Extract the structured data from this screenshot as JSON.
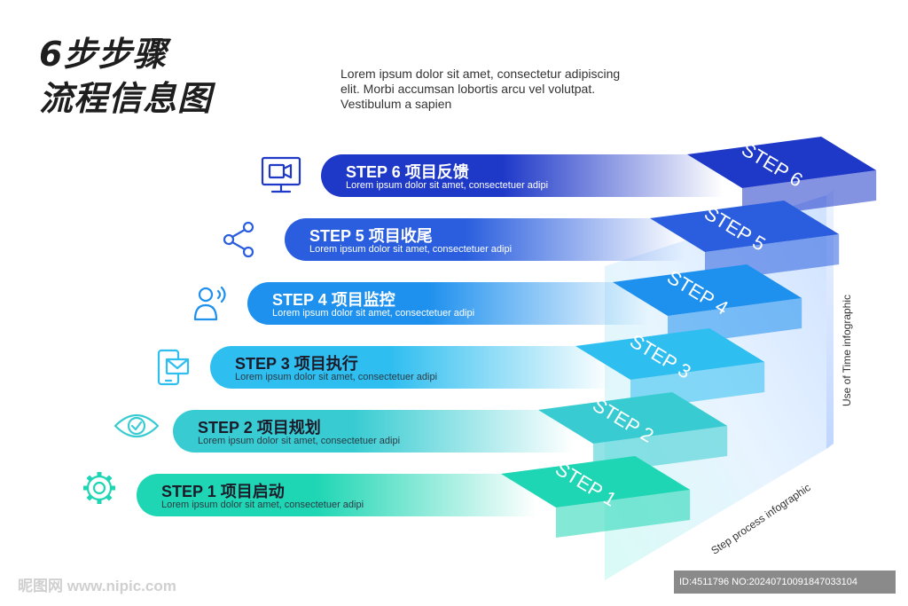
{
  "title": {
    "line1": "6步步骤",
    "line2": "流程信息图"
  },
  "intro": {
    "line1": "Lorem ipsum dolor sit amet, consectetur adipiscing",
    "line2": "elit. Morbi accumsan lobortis arcu vel volutpat.",
    "line3": "Vestibulum a sapien"
  },
  "steps": [
    {
      "label": "STEP 1 项目启动",
      "sub": "Lorem ipsum dolor sit amet, consectetuer adipi",
      "stair": "STEP 1",
      "icon": "gear-icon",
      "color": "#1fd6b4"
    },
    {
      "label": "STEP 2 项目规划",
      "sub": "Lorem ipsum dolor sit amet, consectetuer adipi",
      "stair": "STEP 2",
      "icon": "eye-check-icon",
      "color": "#38ccd2"
    },
    {
      "label": "STEP 3 项目执行",
      "sub": "Lorem ipsum dolor sit amet, consectetuer adipi",
      "stair": "STEP 3",
      "icon": "phone-mail-icon",
      "color": "#2fbef0"
    },
    {
      "label": "STEP 4 项目监控",
      "sub": "Lorem ipsum dolor sit amet, consectetuer adipi",
      "stair": "STEP 4",
      "icon": "user-voice-icon",
      "color": "#1e90ee"
    },
    {
      "label": "STEP 5 项目收尾",
      "sub": "Lorem ipsum dolor sit amet, consectetuer adipi",
      "stair": "STEP 5",
      "icon": "share-icon",
      "color": "#2a5ede"
    },
    {
      "label": "STEP 6 项目反馈",
      "sub": "Lorem ipsum dolor sit amet, consectetuer adipi",
      "stair": "STEP 6",
      "icon": "video-monitor-icon",
      "color": "#1e38c8"
    }
  ],
  "side_labels": {
    "vertical": "Use of Time infographic",
    "diagonal": "Step process infographic"
  },
  "watermark": {
    "left": "昵图网 www.nipic.com",
    "right": "ID:4511796 NO:20240710091847033104"
  }
}
